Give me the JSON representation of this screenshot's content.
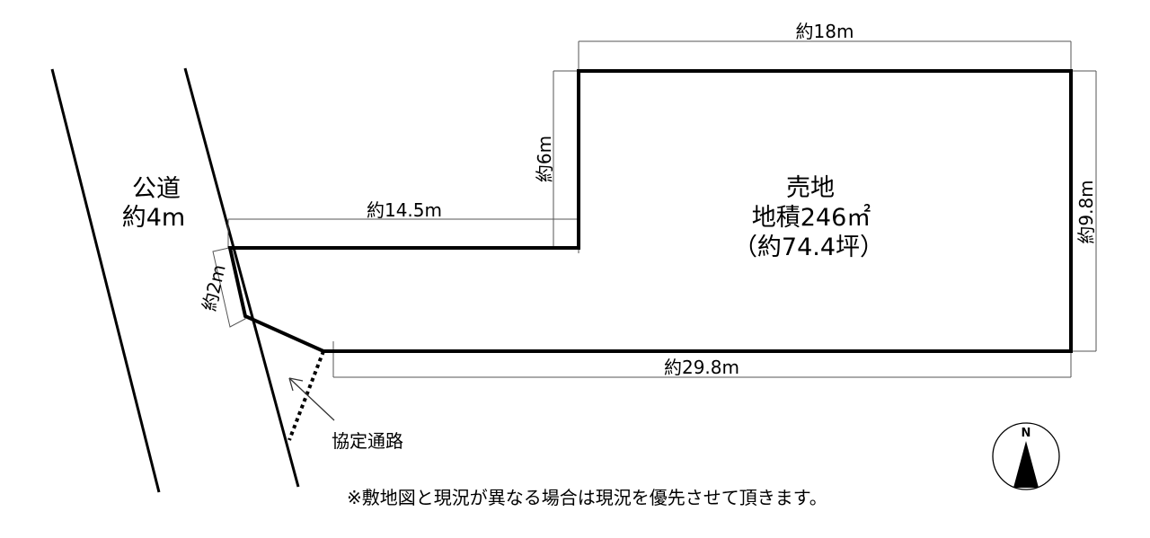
{
  "road": {
    "name": "公道",
    "width": "約4m"
  },
  "lot": {
    "title": "売地",
    "area": "地積246㎡",
    "area_tsubo": "（約74.4坪）"
  },
  "dimensions": {
    "top": "約18m",
    "left_step": "約6m",
    "right": "約9.8m",
    "middle": "約14.5m",
    "frontage": "約2m",
    "bottom": "約29.8m"
  },
  "access_road": "協定通路",
  "compass": {
    "north": "N"
  },
  "note": "※敷地図と現況が異なる場合は現況を優先させて頂きます。"
}
